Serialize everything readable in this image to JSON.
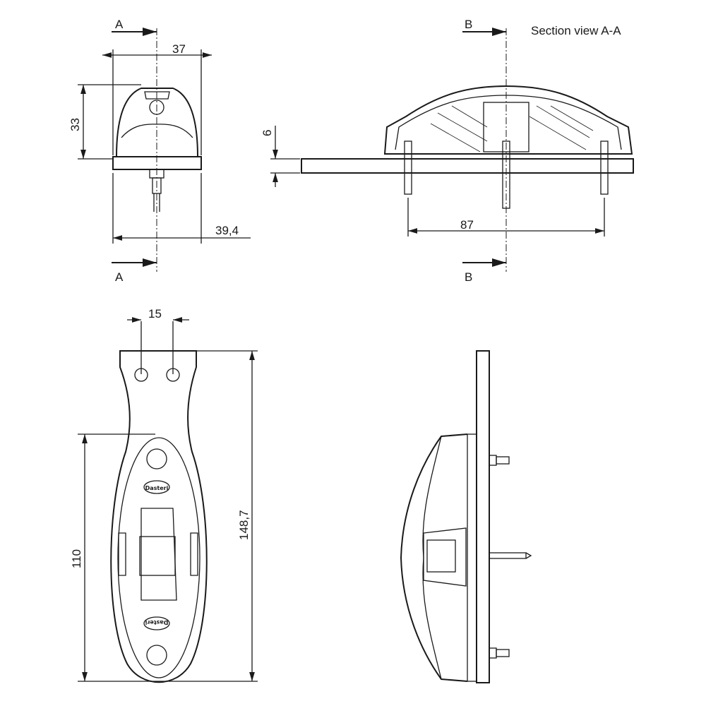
{
  "title": "Section view  A-A",
  "section_labels": {
    "a_top": "A",
    "a_bottom": "A",
    "b_top": "B",
    "b_bottom": "B"
  },
  "dimensions": {
    "width_front": "37",
    "height_front": "33",
    "base_width": "39,4",
    "plate_thickness": "6",
    "stud_spacing": "87",
    "hole_spacing": "15",
    "body_length": "110",
    "total_length": "148,7"
  },
  "logo_text": "Dasteri",
  "colors": {
    "line": "#1a1a1a",
    "background": "#ffffff"
  }
}
